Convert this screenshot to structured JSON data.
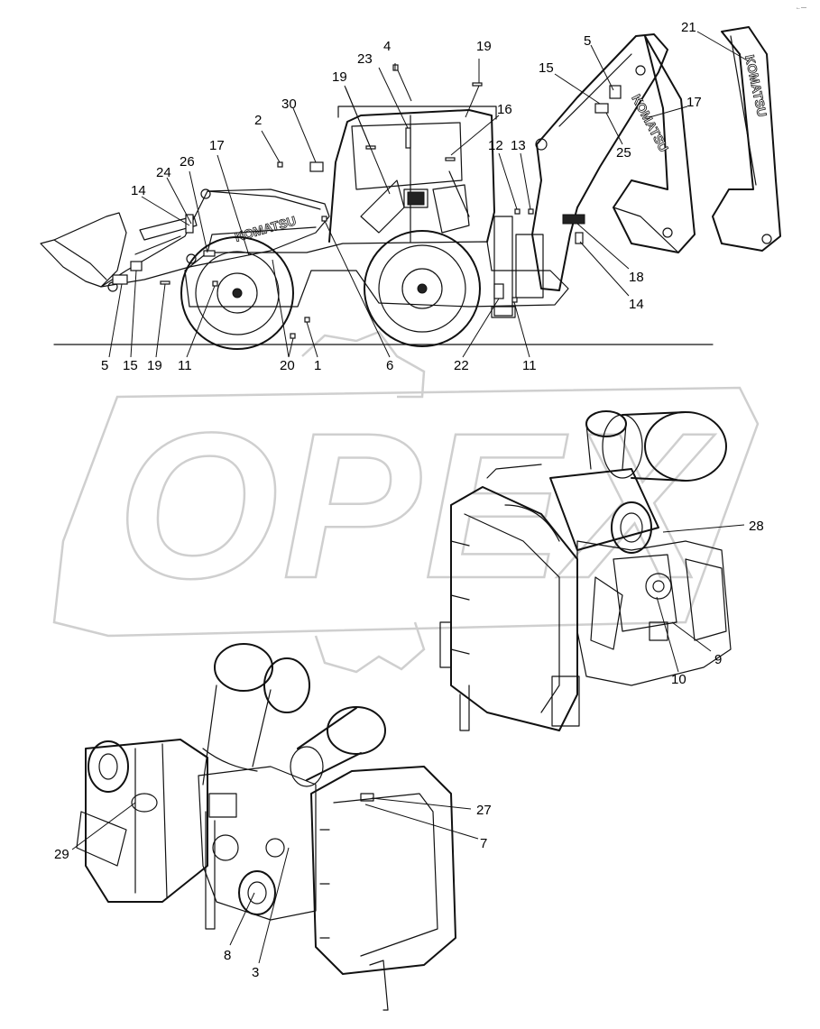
{
  "watermark": {
    "text": "OPEX"
  },
  "corner_mark": "←—",
  "brand_labels": {
    "loader_arm": "KOMATSU",
    "backhoe_boom": "KOMATSU",
    "backhoe_boom_side": "KOMATSU"
  },
  "callouts": [
    "1",
    "2",
    "3",
    "4",
    "5",
    "6",
    "7",
    "8",
    "9",
    "10",
    "11",
    "12",
    "13",
    "14",
    "15",
    "16",
    "17",
    "18",
    "19",
    "20",
    "21",
    "22",
    "23",
    "24",
    "25",
    "26",
    "27",
    "28",
    "29",
    "30"
  ],
  "machine_labels": [
    {
      "id": "4"
    },
    {
      "id": "19"
    },
    {
      "id": "23"
    },
    {
      "id": "19"
    },
    {
      "id": "30"
    },
    {
      "id": "2"
    },
    {
      "id": "16"
    },
    {
      "id": "12"
    },
    {
      "id": "13"
    },
    {
      "id": "17"
    },
    {
      "id": "26"
    },
    {
      "id": "24"
    },
    {
      "id": "14"
    },
    {
      "id": "5"
    },
    {
      "id": "15"
    },
    {
      "id": "19"
    },
    {
      "id": "11"
    },
    {
      "id": "20"
    },
    {
      "id": "1"
    },
    {
      "id": "6"
    },
    {
      "id": "22"
    },
    {
      "id": "11"
    },
    {
      "id": "14"
    },
    {
      "id": "18"
    },
    {
      "id": "5"
    },
    {
      "id": "15"
    },
    {
      "id": "25"
    },
    {
      "id": "17"
    },
    {
      "id": "21"
    }
  ],
  "engine_labels": [
    {
      "id": "28"
    },
    {
      "id": "9"
    },
    {
      "id": "10"
    },
    {
      "id": "27"
    },
    {
      "id": "7"
    },
    {
      "id": "29"
    },
    {
      "id": "8"
    },
    {
      "id": "3"
    }
  ]
}
